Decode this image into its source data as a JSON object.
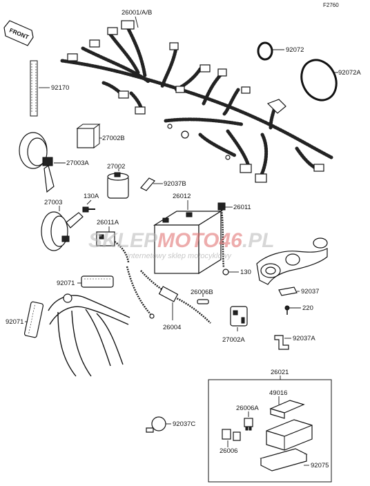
{
  "figure_code": "F2760",
  "front_label": "FRONT",
  "watermark": {
    "brand_a": "SKLEP",
    "brand_b": "MOTO",
    "brand_c": "46",
    "brand_d": ".PL",
    "tagline": "internetowy sklep motocyklowy"
  },
  "labels": {
    "p26001": "26001/A/B",
    "p92072": "92072",
    "p92072A": "92072A",
    "p92170": "92170",
    "p27002B": "27002B",
    "p27003A": "27003A",
    "p27002": "27002",
    "p92037B": "92037B",
    "p130A": "130A",
    "p26012": "26012",
    "p26011": "26011",
    "p27003": "27003",
    "p26011A": "26011A",
    "p130": "130",
    "p92071a": "92071",
    "p92071b": "92071",
    "p26006B": "26006B",
    "p92037": "92037",
    "p220": "220",
    "p26004": "26004",
    "p27002A": "27002A",
    "p92037A": "92037A",
    "p26021": "26021",
    "p49016": "49016",
    "p26006A": "26006A",
    "p92037C": "92037C",
    "p26006": "26006",
    "p92075": "92075"
  }
}
